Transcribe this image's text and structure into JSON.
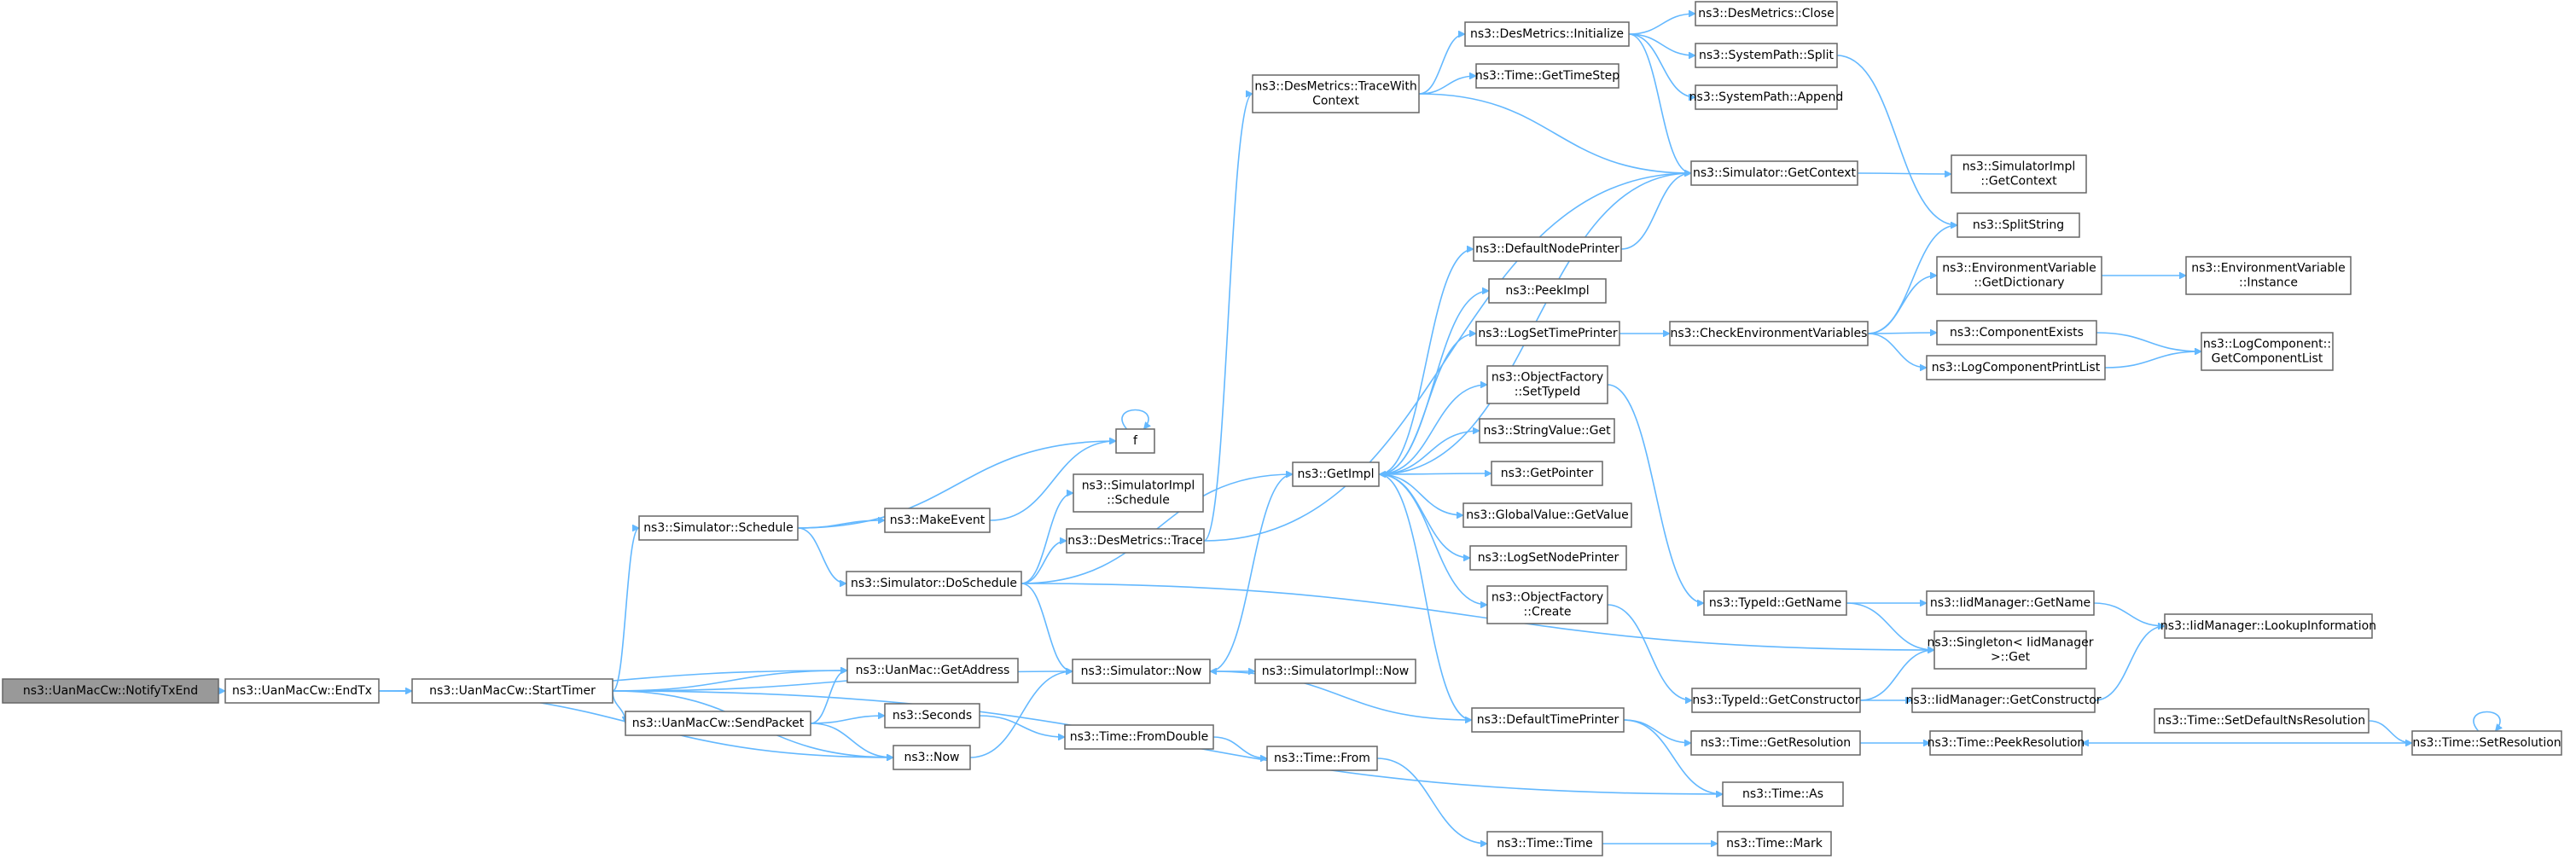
{
  "nodes": [
    {
      "id": "notify",
      "lines": [
        "ns3::UanMacCw::NotifyTxEnd"
      ],
      "root": true
    },
    {
      "id": "endtx",
      "lines": [
        "ns3::UanMacCw::EndTx"
      ]
    },
    {
      "id": "starttimer",
      "lines": [
        "ns3::UanMacCw::StartTimer"
      ]
    },
    {
      "id": "sendpacket",
      "lines": [
        "ns3::UanMacCw::SendPacket"
      ]
    },
    {
      "id": "simschedule",
      "lines": [
        "ns3::Simulator::Schedule"
      ]
    },
    {
      "id": "makeevent",
      "lines": [
        "ns3::MakeEvent"
      ]
    },
    {
      "id": "f",
      "lines": [
        "f"
      ]
    },
    {
      "id": "dosched",
      "lines": [
        "ns3::Simulator::DoSchedule"
      ]
    },
    {
      "id": "implsched",
      "lines": [
        "ns3::SimulatorImpl",
        "::Schedule"
      ]
    },
    {
      "id": "destrace",
      "lines": [
        "ns3::DesMetrics::Trace"
      ]
    },
    {
      "id": "getaddress",
      "lines": [
        "ns3::UanMac::GetAddress"
      ]
    },
    {
      "id": "seconds",
      "lines": [
        "ns3::Seconds"
      ]
    },
    {
      "id": "now",
      "lines": [
        "ns3::Now"
      ]
    },
    {
      "id": "simnow",
      "lines": [
        "ns3::Simulator::Now"
      ]
    },
    {
      "id": "implnow",
      "lines": [
        "ns3::SimulatorImpl::Now"
      ]
    },
    {
      "id": "fromdouble",
      "lines": [
        "ns3::Time::FromDouble"
      ]
    },
    {
      "id": "timefrom",
      "lines": [
        "ns3::Time::From"
      ]
    },
    {
      "id": "tracewith",
      "lines": [
        "ns3::DesMetrics::TraceWith",
        "Context"
      ]
    },
    {
      "id": "getimpl",
      "lines": [
        "ns3::GetImpl"
      ]
    },
    {
      "id": "desinit",
      "lines": [
        "ns3::DesMetrics::Initialize"
      ]
    },
    {
      "id": "gettimestep",
      "lines": [
        "ns3::Time::GetTimeStep"
      ]
    },
    {
      "id": "desclose",
      "lines": [
        "ns3::DesMetrics::Close"
      ]
    },
    {
      "id": "split",
      "lines": [
        "ns3::SystemPath::Split"
      ]
    },
    {
      "id": "append",
      "lines": [
        "ns3::SystemPath::Append"
      ]
    },
    {
      "id": "getcontext",
      "lines": [
        "ns3::Simulator::GetContext"
      ]
    },
    {
      "id": "implgetcontext",
      "lines": [
        "ns3::SimulatorImpl",
        "::GetContext"
      ]
    },
    {
      "id": "splitstring",
      "lines": [
        "ns3::SplitString"
      ]
    },
    {
      "id": "defnodeprinter",
      "lines": [
        "ns3::DefaultNodePrinter"
      ]
    },
    {
      "id": "peekimpl",
      "lines": [
        "ns3::PeekImpl"
      ]
    },
    {
      "id": "logsettimeprinter",
      "lines": [
        "ns3::LogSetTimePrinter"
      ]
    },
    {
      "id": "checkenv",
      "lines": [
        "ns3::CheckEnvironmentVariables"
      ]
    },
    {
      "id": "envgetdict",
      "lines": [
        "ns3::EnvironmentVariable",
        "::GetDictionary"
      ]
    },
    {
      "id": "envinstance",
      "lines": [
        "ns3::EnvironmentVariable",
        "::Instance"
      ]
    },
    {
      "id": "compexists",
      "lines": [
        "ns3::ComponentExists"
      ]
    },
    {
      "id": "logcompprint",
      "lines": [
        "ns3::LogComponentPrintList"
      ]
    },
    {
      "id": "logcompget",
      "lines": [
        "ns3::LogComponent::",
        "GetComponentList"
      ]
    },
    {
      "id": "ofsettypeid",
      "lines": [
        "ns3::ObjectFactory",
        "::SetTypeId"
      ]
    },
    {
      "id": "stringvalueget",
      "lines": [
        "ns3::StringValue::Get"
      ]
    },
    {
      "id": "getpointer",
      "lines": [
        "ns3::GetPointer"
      ]
    },
    {
      "id": "globalvalueget",
      "lines": [
        "ns3::GlobalValue::GetValue"
      ]
    },
    {
      "id": "logsetnodeprinter",
      "lines": [
        "ns3::LogSetNodePrinter"
      ]
    },
    {
      "id": "ofcreate",
      "lines": [
        "ns3::ObjectFactory",
        "::Create"
      ]
    },
    {
      "id": "deftimeprinter",
      "lines": [
        "ns3::DefaultTimePrinter"
      ]
    },
    {
      "id": "typeidgetname",
      "lines": [
        "ns3::TypeId::GetName"
      ]
    },
    {
      "id": "iidgetname",
      "lines": [
        "ns3::IidManager::GetName"
      ]
    },
    {
      "id": "iidlookup",
      "lines": [
        "ns3::IidManager::LookupInformation"
      ]
    },
    {
      "id": "singleton",
      "lines": [
        "ns3::Singleton< IidManager",
        ">::Get"
      ]
    },
    {
      "id": "typeidgetctor",
      "lines": [
        "ns3::TypeId::GetConstructor"
      ]
    },
    {
      "id": "iidgetctor",
      "lines": [
        "ns3::IidManager::GetConstructor"
      ]
    },
    {
      "id": "timegetres",
      "lines": [
        "ns3::Time::GetResolution"
      ]
    },
    {
      "id": "peekres",
      "lines": [
        "ns3::Time::PeekResolution"
      ]
    },
    {
      "id": "setdefaultns",
      "lines": [
        "ns3::Time::SetDefaultNsResolution"
      ]
    },
    {
      "id": "setres",
      "lines": [
        "ns3::Time::SetResolution"
      ]
    },
    {
      "id": "timeas",
      "lines": [
        "ns3::Time::As"
      ]
    },
    {
      "id": "timetime",
      "lines": [
        "ns3::Time::Time"
      ]
    },
    {
      "id": "timemark",
      "lines": [
        "ns3::Time::Mark"
      ]
    }
  ],
  "edges": [
    [
      "notify",
      "endtx"
    ],
    [
      "endtx",
      "starttimer"
    ],
    [
      "endtx",
      "getaddress"
    ],
    [
      "endtx",
      "now"
    ],
    [
      "starttimer",
      "simschedule"
    ],
    [
      "starttimer",
      "getaddress"
    ],
    [
      "starttimer",
      "sendpacket"
    ],
    [
      "starttimer",
      "now"
    ],
    [
      "starttimer",
      "simnow"
    ],
    [
      "starttimer",
      "timeas"
    ],
    [
      "sendpacket",
      "getaddress"
    ],
    [
      "sendpacket",
      "seconds"
    ],
    [
      "sendpacket",
      "now"
    ],
    [
      "simschedule",
      "makeevent"
    ],
    [
      "simschedule",
      "f"
    ],
    [
      "simschedule",
      "dosched"
    ],
    [
      "makeevent",
      "f"
    ],
    [
      "f",
      "f"
    ],
    [
      "dosched",
      "implsched"
    ],
    [
      "dosched",
      "destrace"
    ],
    [
      "dosched",
      "getimpl"
    ],
    [
      "dosched",
      "simnow"
    ],
    [
      "dosched",
      "singleton"
    ],
    [
      "destrace",
      "tracewith"
    ],
    [
      "destrace",
      "getcontext"
    ],
    [
      "seconds",
      "fromdouble"
    ],
    [
      "now",
      "simnow"
    ],
    [
      "simnow",
      "implnow"
    ],
    [
      "simnow",
      "getimpl"
    ],
    [
      "fromdouble",
      "timefrom"
    ],
    [
      "timefrom",
      "timetime"
    ],
    [
      "timetime",
      "timemark"
    ],
    [
      "tracewith",
      "desinit"
    ],
    [
      "tracewith",
      "gettimestep"
    ],
    [
      "tracewith",
      "getcontext"
    ],
    [
      "desinit",
      "desclose"
    ],
    [
      "desinit",
      "split"
    ],
    [
      "desinit",
      "append"
    ],
    [
      "desinit",
      "getcontext"
    ],
    [
      "split",
      "splitstring"
    ],
    [
      "getcontext",
      "implgetcontext"
    ],
    [
      "getcontext",
      "getimpl"
    ],
    [
      "getimpl",
      "defnodeprinter"
    ],
    [
      "getimpl",
      "peekimpl"
    ],
    [
      "getimpl",
      "logsettimeprinter"
    ],
    [
      "getimpl",
      "ofsettypeid"
    ],
    [
      "getimpl",
      "stringvalueget"
    ],
    [
      "getimpl",
      "getpointer"
    ],
    [
      "getimpl",
      "globalvalueget"
    ],
    [
      "getimpl",
      "logsetnodeprinter"
    ],
    [
      "getimpl",
      "ofcreate"
    ],
    [
      "getimpl",
      "deftimeprinter"
    ],
    [
      "defnodeprinter",
      "getcontext"
    ],
    [
      "logsettimeprinter",
      "checkenv"
    ],
    [
      "checkenv",
      "splitstring"
    ],
    [
      "checkenv",
      "envgetdict"
    ],
    [
      "checkenv",
      "compexists"
    ],
    [
      "checkenv",
      "logcompprint"
    ],
    [
      "envgetdict",
      "envinstance"
    ],
    [
      "compexists",
      "logcompget"
    ],
    [
      "logcompprint",
      "logcompget"
    ],
    [
      "ofsettypeid",
      "typeidgetname"
    ],
    [
      "ofcreate",
      "typeidgetctor"
    ],
    [
      "typeidgetname",
      "iidgetname"
    ],
    [
      "typeidgetname",
      "singleton"
    ],
    [
      "iidgetname",
      "iidlookup"
    ],
    [
      "typeidgetctor",
      "singleton"
    ],
    [
      "typeidgetctor",
      "iidgetctor"
    ],
    [
      "iidgetctor",
      "iidlookup"
    ],
    [
      "deftimeprinter",
      "simnow"
    ],
    [
      "deftimeprinter",
      "timegetres"
    ],
    [
      "deftimeprinter",
      "timeas"
    ],
    [
      "timegetres",
      "peekres"
    ],
    [
      "setdefaultns",
      "setres"
    ],
    [
      "setres",
      "peekres"
    ],
    [
      "setres",
      "setres"
    ]
  ]
}
